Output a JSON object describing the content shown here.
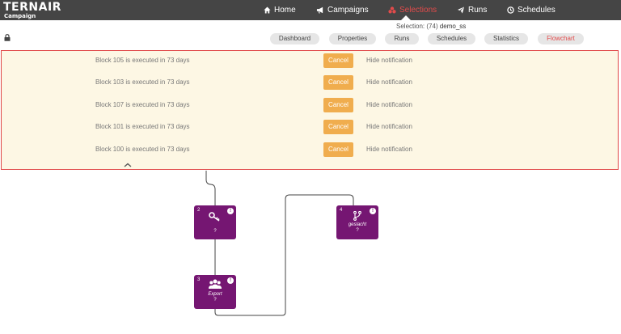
{
  "header": {
    "logo_main": "TERNAIR",
    "logo_sub": "Campaign",
    "nav": [
      {
        "label": "Home",
        "icon": "home-icon"
      },
      {
        "label": "Campaigns",
        "icon": "megaphone-icon"
      },
      {
        "label": "Selections",
        "icon": "selections-icon"
      },
      {
        "label": "Runs",
        "icon": "paper-plane-icon"
      },
      {
        "label": "Schedules",
        "icon": "clock-icon"
      }
    ],
    "active_nav": "Selections"
  },
  "selection": {
    "prefix": "Selection:",
    "id": "(74)",
    "name": "demo_ss"
  },
  "subtabs": [
    "Dashboard",
    "Properties",
    "Runs",
    "Schedules",
    "Statistics",
    "Flowchart"
  ],
  "active_subtab": "Flowchart",
  "notifications": [
    {
      "text": "Block 105 is executed in 73 days",
      "cancel": "Cancel",
      "hide": "Hide notification"
    },
    {
      "text": "Block 103 is executed in 73 days",
      "cancel": "Cancel",
      "hide": "Hide notification"
    },
    {
      "text": "Block 107 is executed in 73 days",
      "cancel": "Cancel",
      "hide": "Hide notification"
    },
    {
      "text": "Block 101 is executed in 73 days",
      "cancel": "Cancel",
      "hide": "Hide notification"
    },
    {
      "text": "Block 100 is executed in 73 days",
      "cancel": "Cancel",
      "hide": "Hide notification"
    }
  ],
  "blocks": [
    {
      "number": "2",
      "icon": "key-icon",
      "name": "",
      "count": "?",
      "info": "!"
    },
    {
      "number": "3",
      "icon": "users-icon",
      "name": "Export",
      "count": "?",
      "info": "!"
    },
    {
      "number": "4",
      "icon": "split-icon",
      "name": "geslacht",
      "count": "?",
      "info": "!"
    }
  ],
  "colors": {
    "topbar": "#454545",
    "active": "#e24b4b",
    "block": "#751672",
    "cancel": "#f0ad4e",
    "notif_bg": "#fdf7e4",
    "notif_border": "#e04848"
  }
}
